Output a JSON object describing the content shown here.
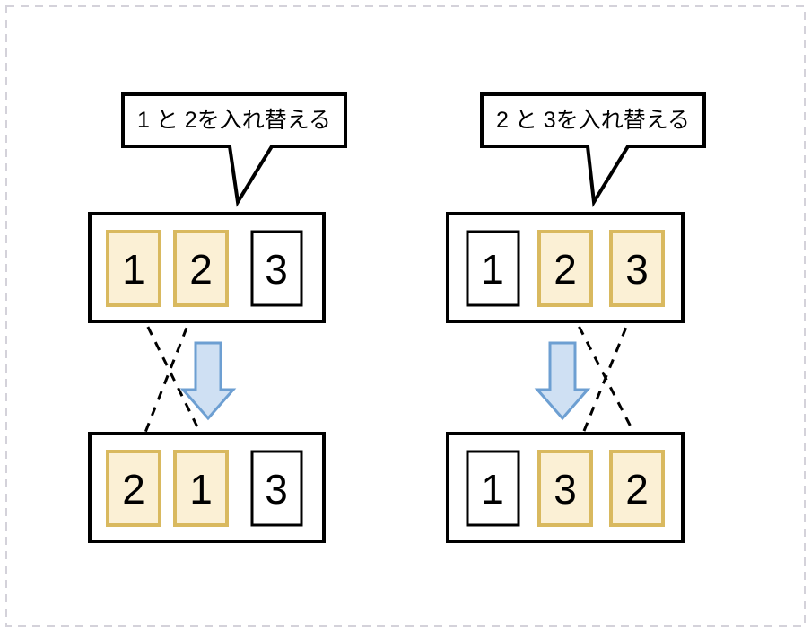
{
  "figure": {
    "title": "Swap operations on a three element array",
    "background_color": "#ffffff",
    "outer_frame_color": "#d4d2da",
    "highlight_fill": "#fbf0d5",
    "highlight_stroke": "#d9b95f",
    "plain_fill": "#ffffff",
    "plain_stroke": "#000000",
    "arrow_fill": "#cfe0f3",
    "arrow_stroke": "#6d9fd2"
  },
  "panels": [
    {
      "id": "left",
      "callout": "1 と 2を入れ替える",
      "before": {
        "cells": [
          {
            "value": "1",
            "highlighted": true
          },
          {
            "value": "2",
            "highlighted": true
          },
          {
            "value": "3",
            "highlighted": false
          }
        ]
      },
      "after": {
        "cells": [
          {
            "value": "2",
            "highlighted": true
          },
          {
            "value": "1",
            "highlighted": true
          },
          {
            "value": "3",
            "highlighted": false
          }
        ]
      },
      "swap_indices": [
        0,
        1
      ],
      "arrow": "down-arrow"
    },
    {
      "id": "right",
      "callout": "2 と 3を入れ替える",
      "before": {
        "cells": [
          {
            "value": "1",
            "highlighted": false
          },
          {
            "value": "2",
            "highlighted": true
          },
          {
            "value": "3",
            "highlighted": true
          }
        ]
      },
      "after": {
        "cells": [
          {
            "value": "1",
            "highlighted": false
          },
          {
            "value": "3",
            "highlighted": true
          },
          {
            "value": "2",
            "highlighted": true
          }
        ]
      },
      "swap_indices": [
        1,
        2
      ],
      "arrow": "down-arrow"
    }
  ]
}
